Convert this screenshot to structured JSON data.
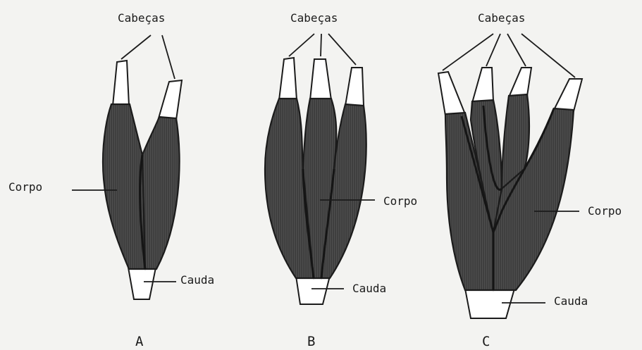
{
  "diagrams": [
    {
      "letter": "A",
      "heads_label": "Cabeças",
      "body_label": "Corpo",
      "tail_label": "Cauda"
    },
    {
      "letter": "B",
      "heads_label": "Cabeças",
      "body_label": "Corpo",
      "tail_label": "Cauda"
    },
    {
      "letter": "C",
      "heads_label": "Cabeças",
      "body_label": "Corpo",
      "tail_label": "Cauda"
    }
  ],
  "colors": {
    "muscle": "#3a3a3a",
    "striation": "#555555",
    "tendon": "#ffffff",
    "line": "#1b1b1b",
    "background": "#f3f3f1"
  }
}
